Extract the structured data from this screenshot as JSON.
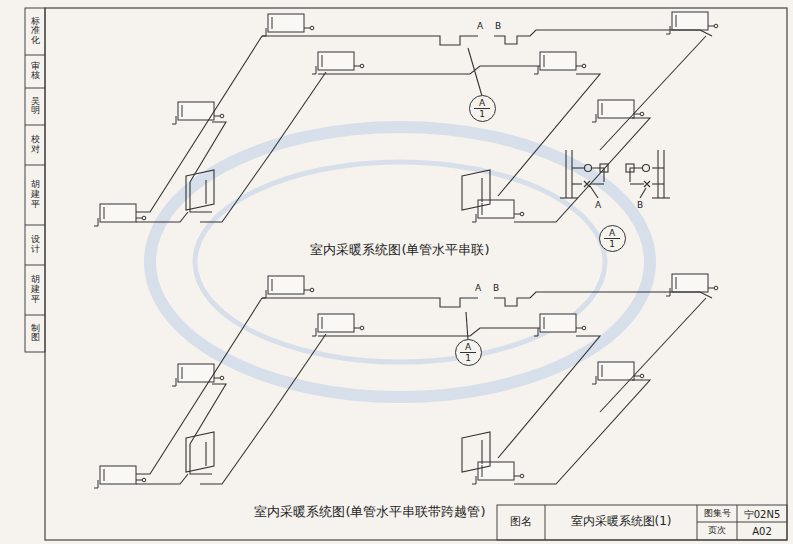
{
  "diagram": {
    "title": "室内采暖系统图(1)",
    "nodes": [
      {
        "text": [
          "A",
          "1"
        ]
      },
      {
        "text": [
          "A",
          "1"
        ]
      },
      {
        "text": [
          "A",
          "1"
        ]
      }
    ],
    "labels": [
      "室内采暖系统图(单管水平串联)",
      "室内采暖系统图(单管水平串联带跨越管)",
      "A",
      "B",
      "A",
      "B",
      "A",
      "B",
      "图名",
      "图集号",
      "宁02N5",
      "页次",
      "A02",
      "标准化",
      "审核",
      "吴明",
      "校对",
      "胡建平",
      "设计",
      "胡建平",
      "制图"
    ]
  }
}
